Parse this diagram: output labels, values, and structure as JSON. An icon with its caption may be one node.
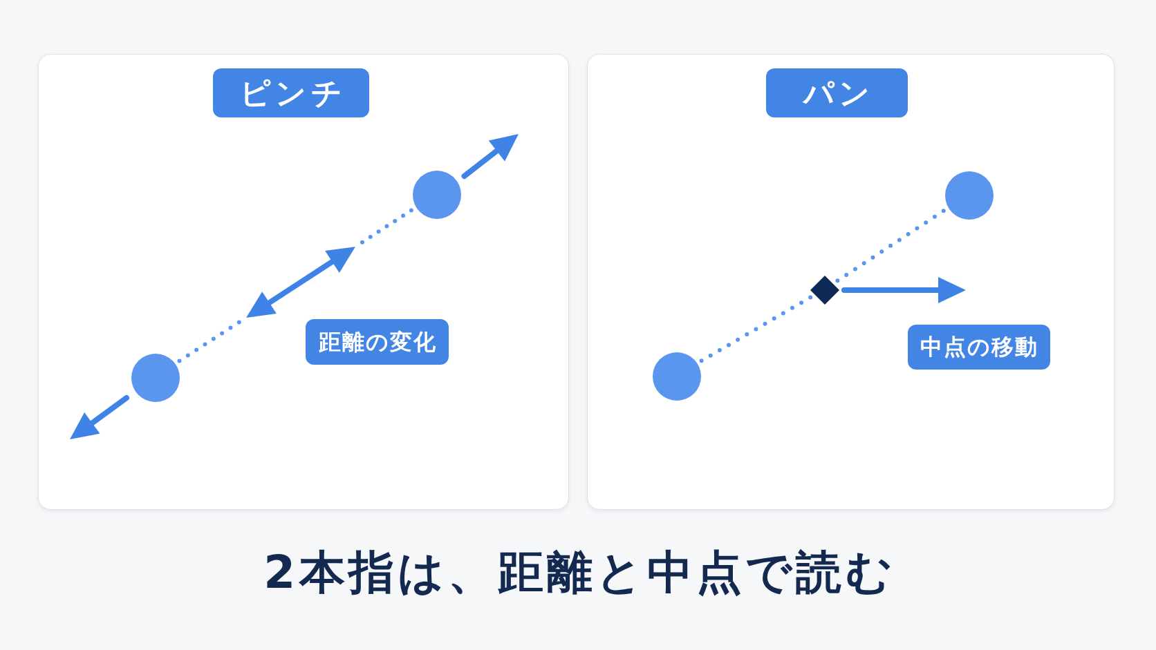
{
  "diagram": {
    "caption": "2本指は、距離と中点で読む",
    "nodes": [
      {
        "text": [],
        "shape": "box"
      },
      {
        "text": [
          "ピンチ"
        ],
        "in": 0
      },
      {
        "text": [],
        "shape": "circle",
        "in": 0
      },
      {
        "text": [],
        "shape": "circle",
        "in": 0
      },
      {
        "text": [
          "距離の変化"
        ],
        "in": 0
      },
      {
        "text": [],
        "shape": "box"
      },
      {
        "text": [
          "パン"
        ],
        "in": 5
      },
      {
        "text": [],
        "shape": "circle",
        "in": 5
      },
      {
        "text": [],
        "shape": "diamond",
        "in": 5
      },
      {
        "text": [],
        "shape": "circle",
        "in": 5
      },
      {
        "text": [
          "中点の移動"
        ],
        "in": 5
      }
    ],
    "edges": [
      {
        "from": 2,
        "to": 3,
        "arrow": "none",
        "style": "dashed"
      },
      {
        "from": 7,
        "to": 8,
        "arrow": "none",
        "style": "dashed"
      },
      {
        "from": 8,
        "to": 9,
        "arrow": "none",
        "style": "dashed"
      }
    ]
  }
}
